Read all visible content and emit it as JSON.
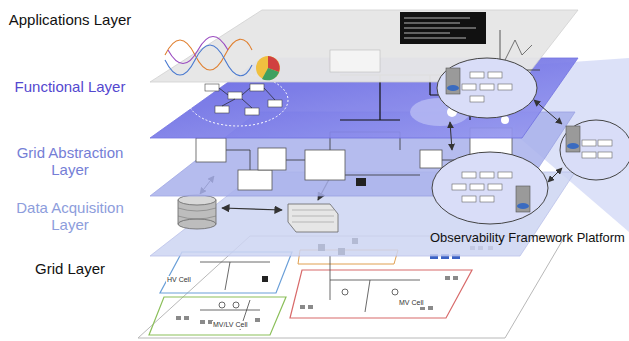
{
  "diagram": {
    "nodes": [
      {
        "text": [
          "Applications Layer"
        ]
      },
      {
        "text": [
          "Functional Layer"
        ]
      },
      {
        "text": [
          "Grid Abstraction Layer"
        ]
      },
      {
        "text": [
          "Data Acquisition Layer"
        ]
      },
      {
        "text": [
          "Grid Layer"
        ]
      }
    ],
    "labels": [
      "Observability Framework Platform",
      "HV Cell",
      "MV/LV Cell",
      "MV Cell"
    ]
  }
}
